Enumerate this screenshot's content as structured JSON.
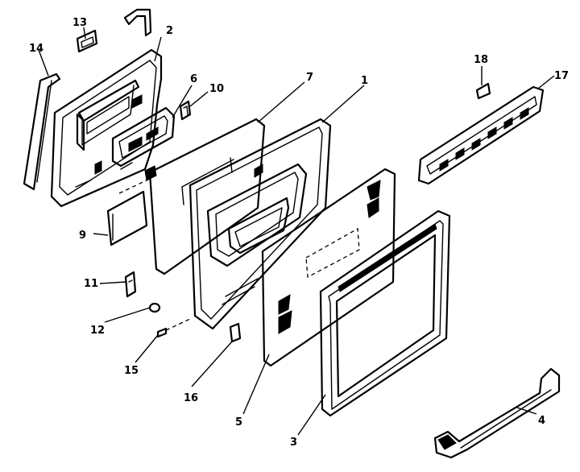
{
  "diagram": {
    "callouts": {
      "c1": "1",
      "c2": "2",
      "c3": "3",
      "c4": "4",
      "c5": "5",
      "c6": "6",
      "c7": "7",
      "c8": "18",
      "c9": "9",
      "c10": "10",
      "c11": "11",
      "c12": "12",
      "c13": "13",
      "c14": "14",
      "c15": "15",
      "c16": "16",
      "c17": "17"
    }
  }
}
